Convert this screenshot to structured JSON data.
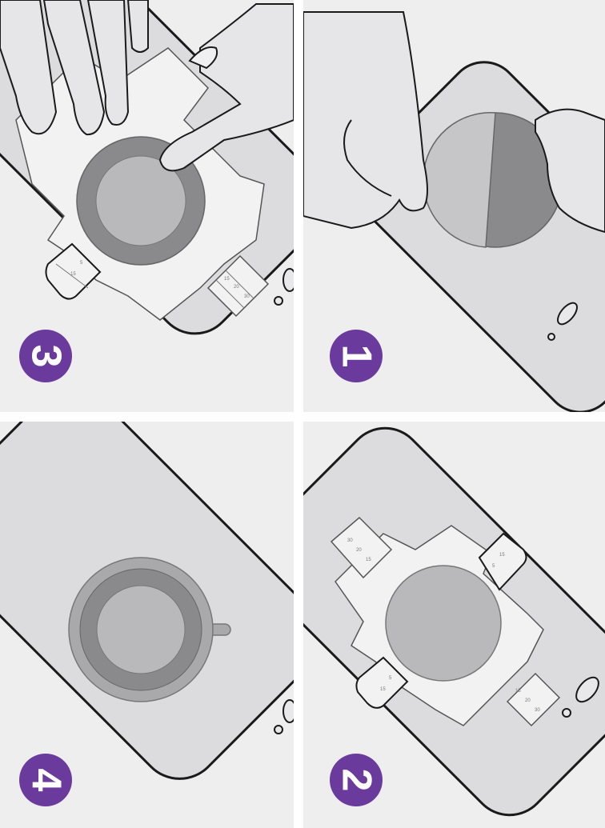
{
  "panels": [
    {
      "id": "p3",
      "step": "3",
      "ticks": [
        "5",
        "15",
        "15",
        "20",
        "30"
      ]
    },
    {
      "id": "p1",
      "step": "1"
    },
    {
      "id": "p4",
      "step": "4"
    },
    {
      "id": "p2",
      "step": "2",
      "ticks": [
        "30",
        "20",
        "15",
        "15",
        "5",
        "5",
        "15",
        "15",
        "20",
        "30"
      ]
    }
  ],
  "colors": {
    "panel_bg": "#eeeeee",
    "badge": "#6a3a9c",
    "phone_fill": "#dcdcde",
    "outline": "#1a1a1a",
    "ring_dark": "#8a8a8c",
    "disc": "#b9b9bb",
    "paper": "#f2f2f2"
  }
}
